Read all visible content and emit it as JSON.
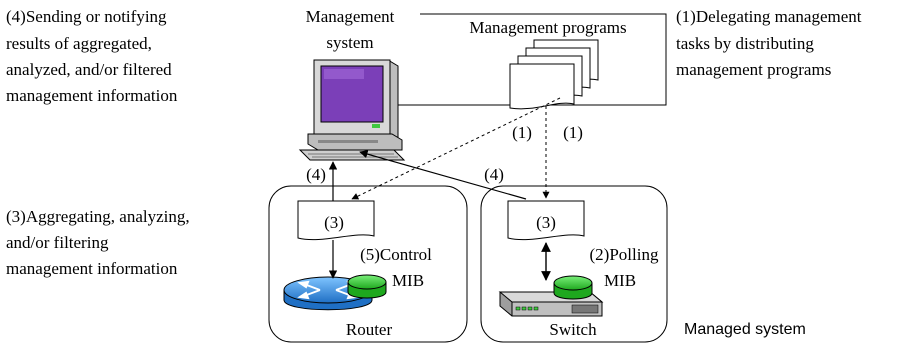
{
  "annotations": {
    "step4_sending": [
      "(4)Sending or notifying",
      "results of aggregated,",
      "analyzed, and/or filtered",
      "management information"
    ],
    "step1_delegating": [
      "(1)Delegating management",
      "tasks by distributing",
      "management programs"
    ],
    "step3_aggregating": [
      "(3)Aggregating, analyzing,",
      "and/or filtering",
      "management information"
    ]
  },
  "management_system": {
    "label": [
      "Management",
      "system"
    ],
    "programs_label": "Management programs"
  },
  "arrows": {
    "step1_left": "(1)",
    "step1_right": "(1)",
    "step4_left": "(4)",
    "step4_right": "(4)"
  },
  "router_node": {
    "doc_label": "(3)",
    "control_label": [
      "(5)Control",
      "MIB"
    ],
    "device_label": "Router"
  },
  "switch_node": {
    "doc_label": "(3)",
    "polling_label": [
      "(2)Polling",
      "MIB"
    ],
    "device_label": "Switch"
  },
  "managed_system_label": "Managed system",
  "colors": {
    "screen": "#7b3fb8",
    "mib_green": "#3ec83e",
    "router_blue": "#3b8fe0",
    "device_gray": "#bfbfbf"
  }
}
